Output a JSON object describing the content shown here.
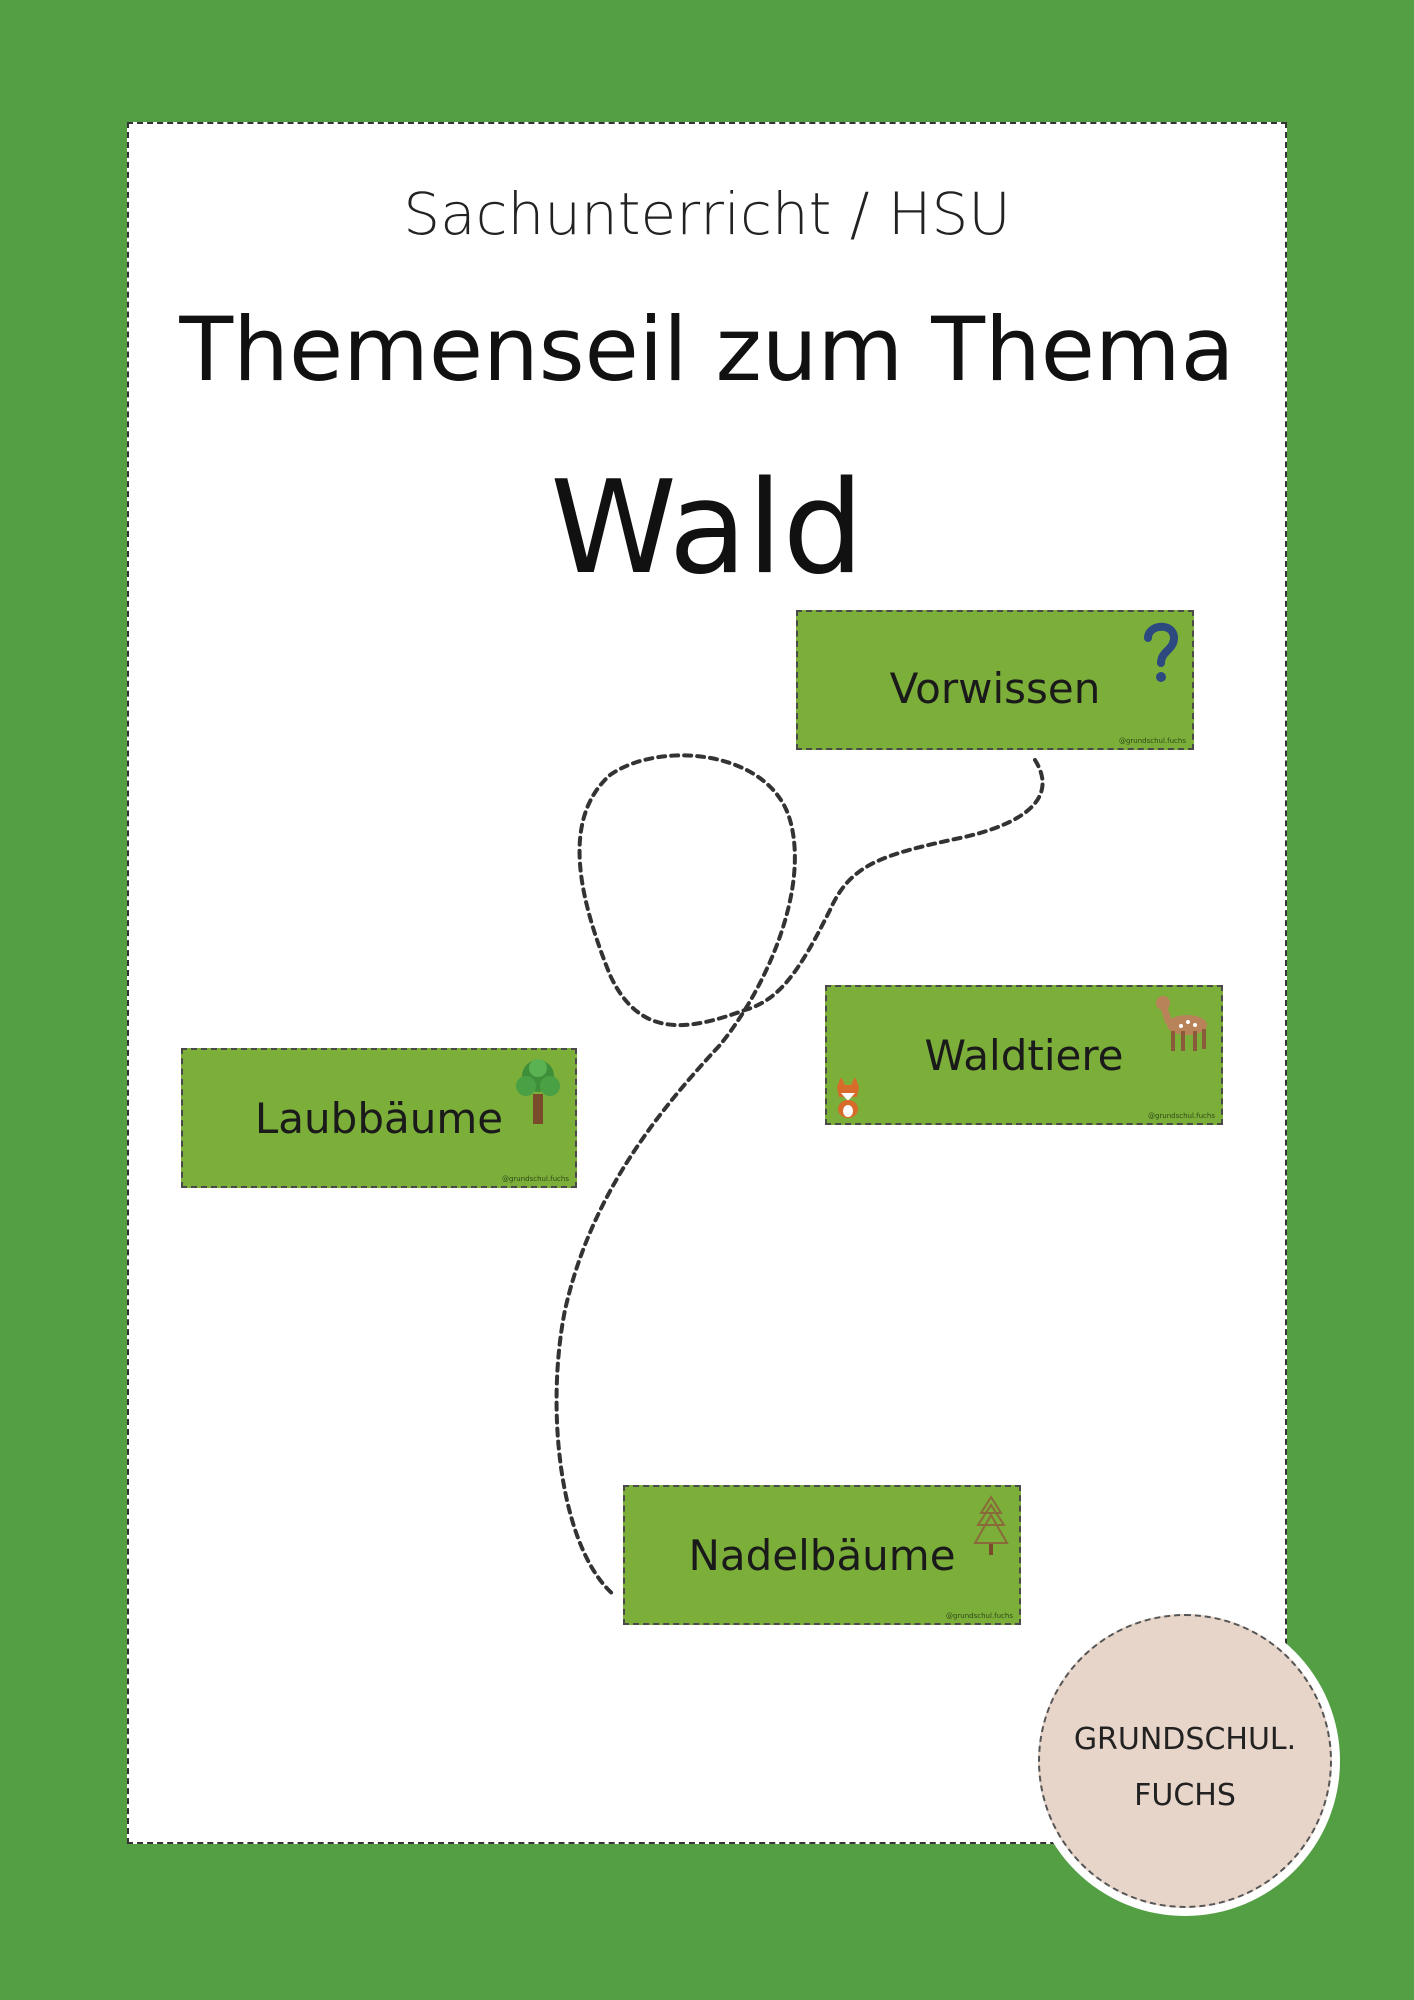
{
  "header": {
    "subject": "Sachunterricht / HSU",
    "topic_line": "Themenseil zum Thema",
    "topic_word": "Wald"
  },
  "cards": {
    "vorwissen": {
      "label": "Vorwissen",
      "icon": "question-mark-icon",
      "credit": "@grundschul.fuchs"
    },
    "waldtiere": {
      "label": "Waldtiere",
      "icons": [
        "deer-icon",
        "fox-icon"
      ],
      "credit": "@grundschul.fuchs"
    },
    "laubbaeume": {
      "label": "Laubbäume",
      "icon": "deciduous-tree-icon",
      "credit": "@grundschul.fuchs"
    },
    "nadelbaeume": {
      "label": "Nadelbäume",
      "icon": "conifer-tree-icon",
      "credit": "@grundschul.fuchs"
    }
  },
  "stamp": {
    "line1": "GRUNDSCHUL.",
    "line2": "FUCHS"
  },
  "colors": {
    "background": "#549f44",
    "card": "#7cae3a",
    "stamp": "#e8d5c9"
  }
}
